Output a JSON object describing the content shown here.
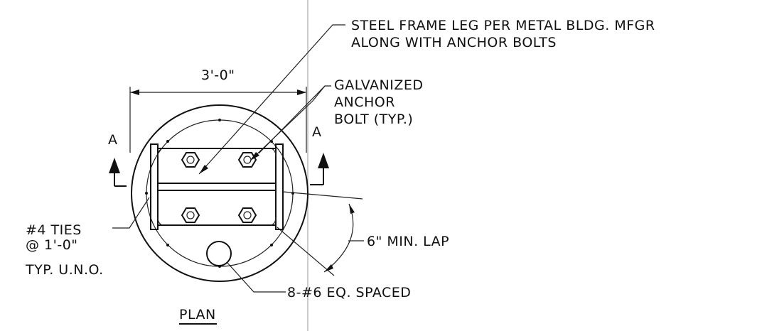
{
  "notes": {
    "steel_frame_line1": "STEEL FRAME LEG PER METAL BLDG. MFGR",
    "steel_frame_line2": "ALONG WITH ANCHOR BOLTS",
    "galvanized_line1": "GALVANIZED",
    "galvanized_line2": "ANCHOR",
    "galvanized_line3": "BOLT (TYP.)",
    "ties_line1": "#4 TIES",
    "ties_line2": "@ 1'-0\"",
    "ties_line3": "TYP. U.N.O.",
    "lap": "6\" MIN. LAP",
    "bars": "8-#6 EQ. SPACED"
  },
  "dimension": {
    "width": "3'-0\""
  },
  "section_markers": {
    "left": "A",
    "right": "A"
  },
  "view_title": "PLAN",
  "colors": {
    "ink": "#111111",
    "guide": "#9a9a9a",
    "paper": "#ffffff"
  }
}
